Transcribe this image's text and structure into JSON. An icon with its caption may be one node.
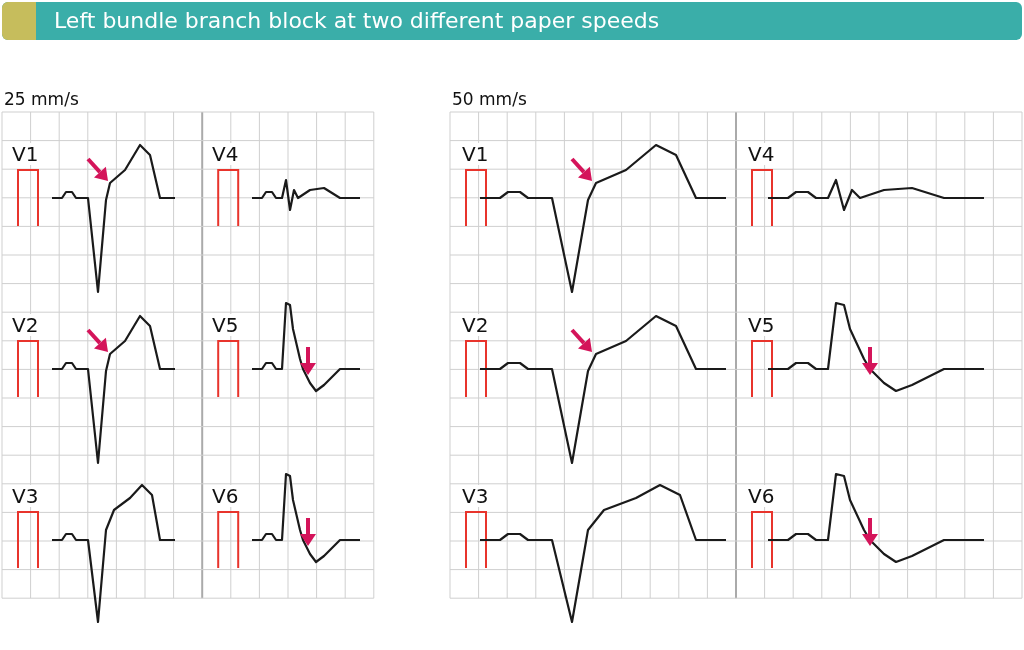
{
  "diagram": {
    "title": "Left bundle branch block at two different paper speeds",
    "labels": [
      "25 mm/s",
      "V1",
      "V4",
      "V2",
      "V5",
      "V3",
      "V6",
      "50 mm/s",
      "V1",
      "V4",
      "V2",
      "V5",
      "V3",
      "V6"
    ]
  }
}
